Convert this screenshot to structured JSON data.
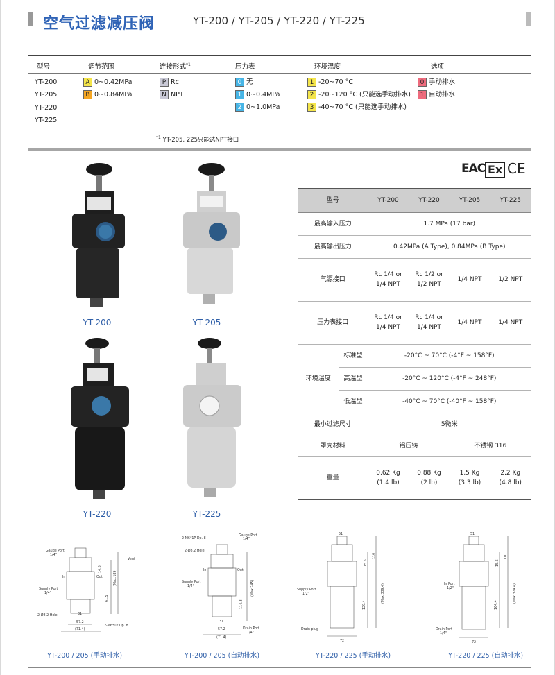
{
  "header": {
    "title": "空气过滤减压阀",
    "models": "YT-200 / YT-205 / YT-220 / YT-225"
  },
  "ordering": {
    "col_model": "型号",
    "col_range": "调节范围",
    "col_conn": "连接形式",
    "col_conn_mark": "*1",
    "col_gauge": "压力表",
    "col_temp": "环境温度",
    "col_opt": "选项",
    "models": [
      "YT-200",
      "YT-205",
      "YT-220",
      "YT-225"
    ],
    "range": [
      {
        "code": "A",
        "text": "0~0.42MPa"
      },
      {
        "code": "B",
        "text": "0~0.84MPa"
      }
    ],
    "conn": [
      {
        "code": "P",
        "text": "Rc"
      },
      {
        "code": "N",
        "text": "NPT"
      }
    ],
    "gauge": [
      {
        "code": "0",
        "text": "无"
      },
      {
        "code": "1",
        "text": "0~0.4MPa"
      },
      {
        "code": "2",
        "text": "0~1.0MPa"
      }
    ],
    "temp": [
      {
        "code": "1",
        "text": "-20~70 °C"
      },
      {
        "code": "2",
        "text": "-20~120 °C (只能选手动排水)"
      },
      {
        "code": "3",
        "text": "-40~70 °C (只能选手动排水)"
      }
    ],
    "opt": [
      {
        "code": "0",
        "text": "手动排水"
      },
      {
        "code": "1",
        "text": "自动排水"
      }
    ],
    "note_mark": "*1",
    "note": "YT-205, 225只能选NPT接口"
  },
  "products": {
    "yt200": "YT-200",
    "yt205": "YT-205",
    "yt220": "YT-220",
    "yt225": "YT-225"
  },
  "certs": {
    "eac": "EAC",
    "ex": "Ex",
    "ce": "CE"
  },
  "spec": {
    "h_model": "型号",
    "h_cols": [
      "YT-200",
      "YT-220",
      "YT-205",
      "YT-225"
    ],
    "max_in_label": "最高输入压力",
    "max_in": "1.7 MPa (17 bar)",
    "max_out_label": "最高输出压力",
    "max_out": "0.42MPa (A Type), 0.84MPa (B Type)",
    "air_port_label": "气源接口",
    "air_port_1a": "Rc 1/4 or",
    "air_port_1b": "1/4 NPT",
    "air_port_2a": "Rc 1/2 or",
    "air_port_2b": "1/2 NPT",
    "air_port_3": "1/4 NPT",
    "air_port_4": "1/2 NPT",
    "gauge_port_label": "压力表接口",
    "gauge_port_1a": "Rc 1/4 or",
    "gauge_port_1b": "1/4 NPT",
    "gauge_port_2a": "Rc 1/4 or",
    "gauge_port_2b": "1/4 NPT",
    "gauge_port_3": "1/4 NPT",
    "gauge_port_4": "1/4 NPT",
    "temp_label": "环境温度",
    "temp_std_label": "标准型",
    "temp_std": "-20°C ~ 70°C (-4°F ~ 158°F)",
    "temp_high_label": "高温型",
    "temp_high": "-20°C ~ 120°C (-4°F ~ 248°F)",
    "temp_low_label": "低温型",
    "temp_low": "-40°C ~ 70°C (-40°F ~ 158°F)",
    "filter_label": "最小过滤尺寸",
    "filter": "5微米",
    "material_label": "罩壳材料",
    "material_1": "铝压铸",
    "material_2": "不锈钢 316",
    "weight_label": "重量",
    "weight_1a": "0.62 Kg",
    "weight_1b": "(1.4 lb)",
    "weight_2a": "0.88 Kg",
    "weight_2b": "(2 lb)",
    "weight_3a": "1.5 Kg",
    "weight_3b": "(3.3 lb)",
    "weight_4a": "2.2 Kg",
    "weight_4b": "(4.8 lb)"
  },
  "drawings": {
    "d1": "YT-200 / 205 (手动排水)",
    "d2": "YT-200 / 205 (自动排水)",
    "d3": "YT-220 / 225 (手动排水)",
    "d4": "YT-220 / 225 (自动排水)",
    "d1_labels": {
      "gauge": "Gauge Port",
      "gauge_v": "1/4\"",
      "supply": "Supply Port",
      "supply_v": "1/4\"",
      "hole": "2-Ø8.2 Hole",
      "nuts": "2-M6*1P Dp. 8",
      "in": "In",
      "out": "Out",
      "d1": "31",
      "d2": "57.2",
      "d3": "(71.4)",
      "h1": "14.6",
      "h2": "61.5",
      "h3": "(Max.189)",
      "vent": "Vent"
    },
    "d2_labels": {
      "nuts": "2-M6*1P Dp. 8",
      "hole": "2-Ø8.2 Hole",
      "gauge": "Gauge Port",
      "gauge_v": "1/4\"",
      "supply": "Supply Port",
      "supply_v": "1/4\"",
      "in": "In",
      "out": "Out",
      "drain": "Drain Port",
      "drain_v": "1/4\"",
      "d1": "31",
      "d2": "57.2",
      "d3": "(71.4)",
      "h1": "114.3",
      "h2": "(Max.245)"
    },
    "d3_labels": {
      "top": "51",
      "supply": "Supply Port",
      "supply_v": "1/2\"",
      "drain": "Drain plug",
      "w": "72",
      "h1": "15.6",
      "h2": "110",
      "h3": "129.4",
      "h4": "(Max.339.4)"
    },
    "d4_labels": {
      "top": "51",
      "in": "In Port",
      "in_v": "1/2\"",
      "drain": "Drain Port",
      "drain_v": "1/4\"",
      "w": "72",
      "h1": "15.6",
      "h2": "110",
      "h3": "164.4",
      "h4": "(Max.374.4)"
    }
  }
}
